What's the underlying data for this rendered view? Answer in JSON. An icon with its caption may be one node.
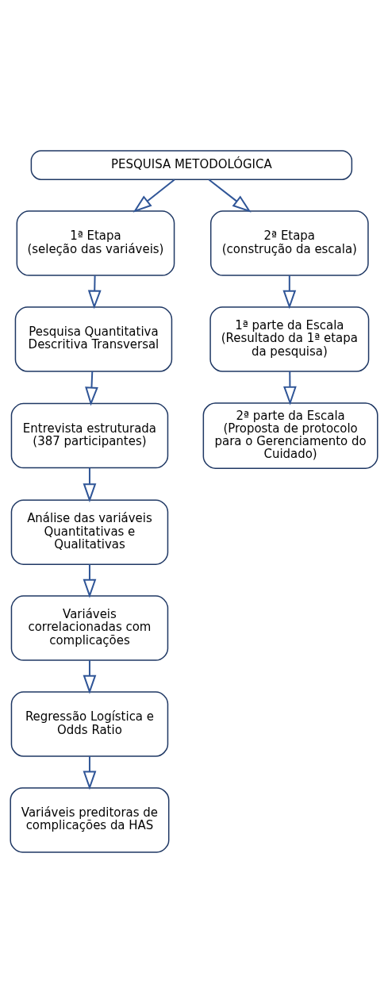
{
  "diagram": {
    "nodes": [
      {
        "text": [
          "PESQUISA METODOLÓGICA"
        ]
      },
      {
        "text": [
          "1ª Etapa",
          "(seleção das variáveis)"
        ]
      },
      {
        "text": [
          "2ª Etapa",
          "(construção da escala)"
        ]
      },
      {
        "text": [
          "Pesquisa Quantitativa Descritiva Transversal"
        ]
      },
      {
        "text": [
          "1ª parte da Escala (Resultado da 1ª etapa da pesquisa)"
        ]
      },
      {
        "text": [
          "Entrevista estruturada (387 participantes)"
        ]
      },
      {
        "text": [
          "2ª parte da Escala (Proposta de protocolo para o Gerenciamento do Cuidado)"
        ]
      },
      {
        "text": [
          "Análise das variáveis Quantitativas e Qualitativas"
        ]
      },
      {
        "text": [
          "Variáveis correlacionadas com complicações"
        ]
      },
      {
        "text": [
          "Regressão Logística e Odds Ratio"
        ]
      },
      {
        "text": [
          "Variáveis preditoras de complicações da HAS"
        ]
      }
    ],
    "edges": [
      {
        "from": 0,
        "to": 1,
        "arrow": "to"
      },
      {
        "from": 0,
        "to": 2,
        "arrow": "to"
      },
      {
        "from": 1,
        "to": 3,
        "arrow": "to"
      },
      {
        "from": 2,
        "to": 4,
        "arrow": "to"
      },
      {
        "from": 3,
        "to": 5,
        "arrow": "to"
      },
      {
        "from": 4,
        "to": 6,
        "arrow": "to"
      },
      {
        "from": 5,
        "to": 7,
        "arrow": "to"
      },
      {
        "from": 7,
        "to": 8,
        "arrow": "to"
      },
      {
        "from": 8,
        "to": 9,
        "arrow": "to"
      },
      {
        "from": 9,
        "to": 10,
        "arrow": "to"
      }
    ]
  }
}
